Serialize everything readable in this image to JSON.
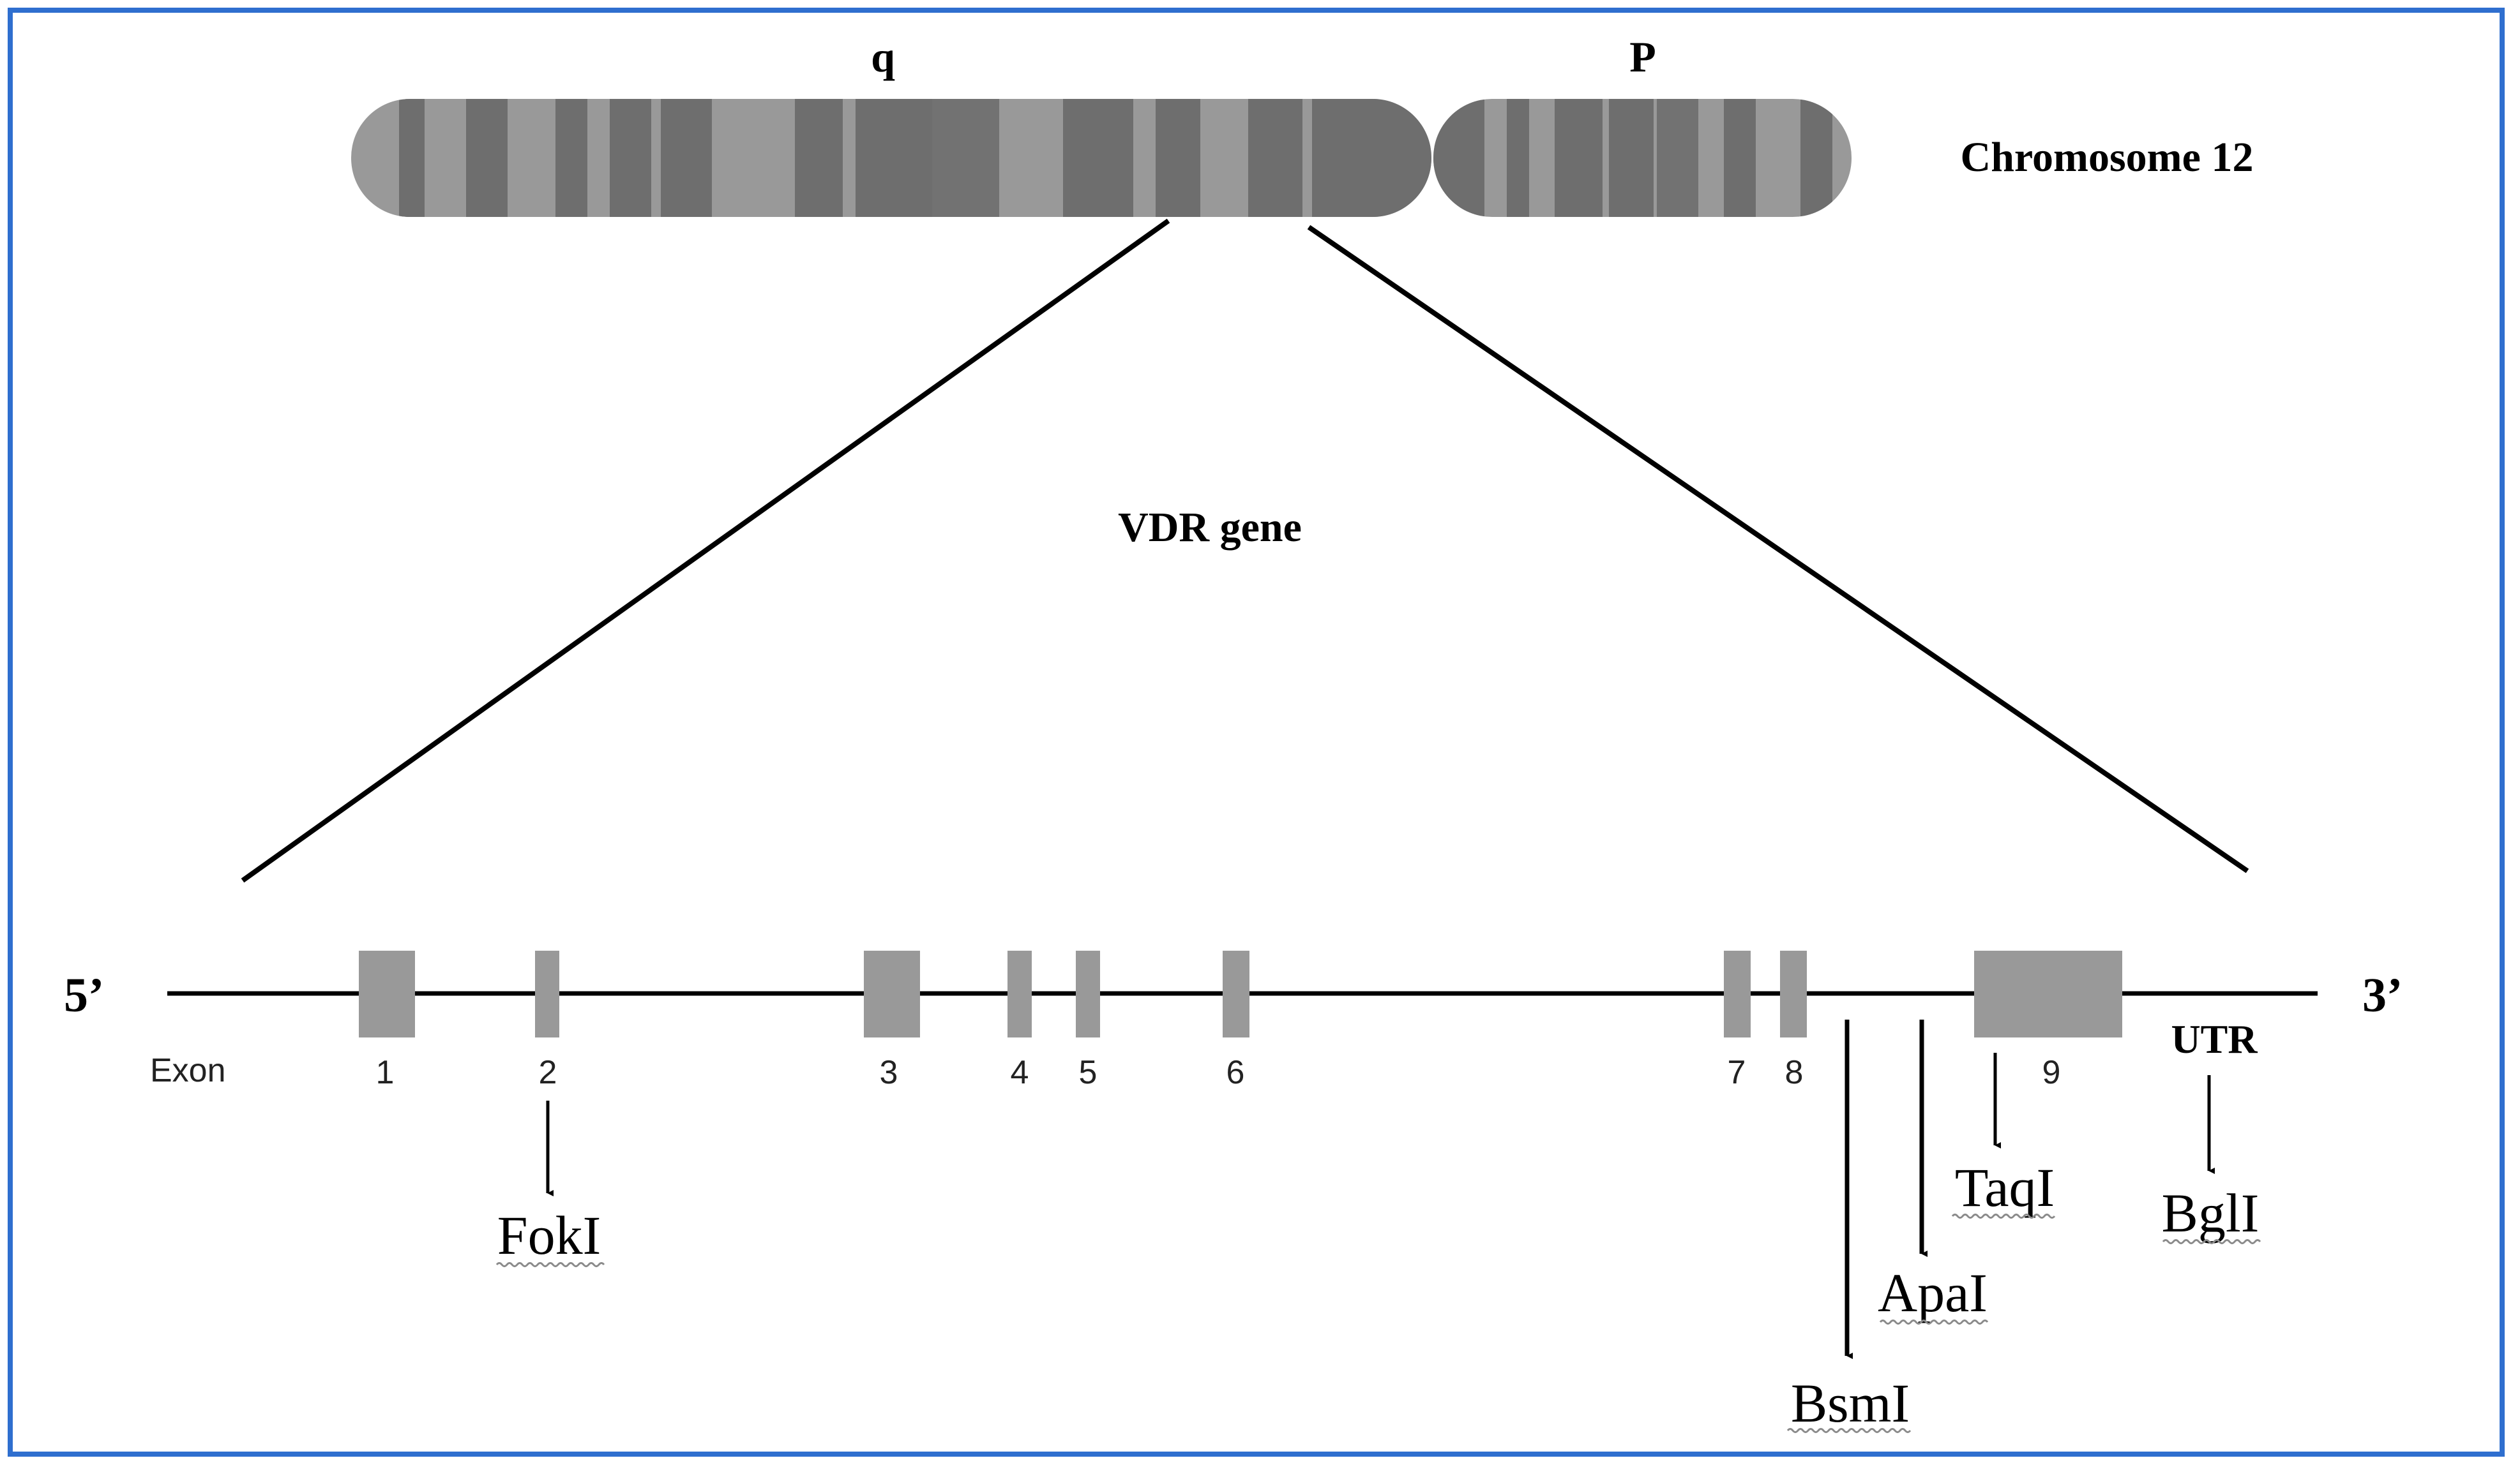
{
  "frame_color": "#2f6fcf",
  "chromosome": {
    "arm_q_label": "q",
    "arm_p_label": "P",
    "name": "Chromosome 12",
    "light_band_color": "#999999",
    "dark_band_color": "#6e6e6e"
  },
  "gene_name": "VDR gene",
  "strand": {
    "five_prime": "5’",
    "three_prime": "3’"
  },
  "exon_row_label": "Exon",
  "exon_color": "#999999",
  "exons": [
    {
      "label": "1"
    },
    {
      "label": "2"
    },
    {
      "label": "3"
    },
    {
      "label": "4"
    },
    {
      "label": "5"
    },
    {
      "label": "6"
    },
    {
      "label": "7"
    },
    {
      "label": "8"
    },
    {
      "label": "9"
    }
  ],
  "utr_label": "UTR",
  "restriction_sites": [
    {
      "name": "FokI"
    },
    {
      "name": "BsmI"
    },
    {
      "name": "ApaI"
    },
    {
      "name": "TaqI"
    },
    {
      "name": "BglI"
    }
  ]
}
